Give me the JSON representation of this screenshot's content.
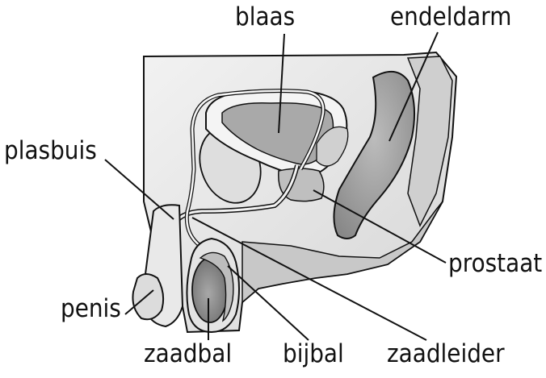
{
  "labels": {
    "blaas": "blaas",
    "endeldarm": "endeldarm",
    "plasbuis": "plasbuis",
    "prostaat": "prostaat",
    "penis": "penis",
    "zaadbal": "zaadbal",
    "bijbal": "bijbal",
    "zaadleider": "zaadleider"
  },
  "colors": {
    "line": "#111111",
    "tissue_light": "#e6e6e6",
    "tissue_mid": "#bdbdbd",
    "tissue_dark": "#8f8f8f",
    "background": "#ffffff"
  }
}
